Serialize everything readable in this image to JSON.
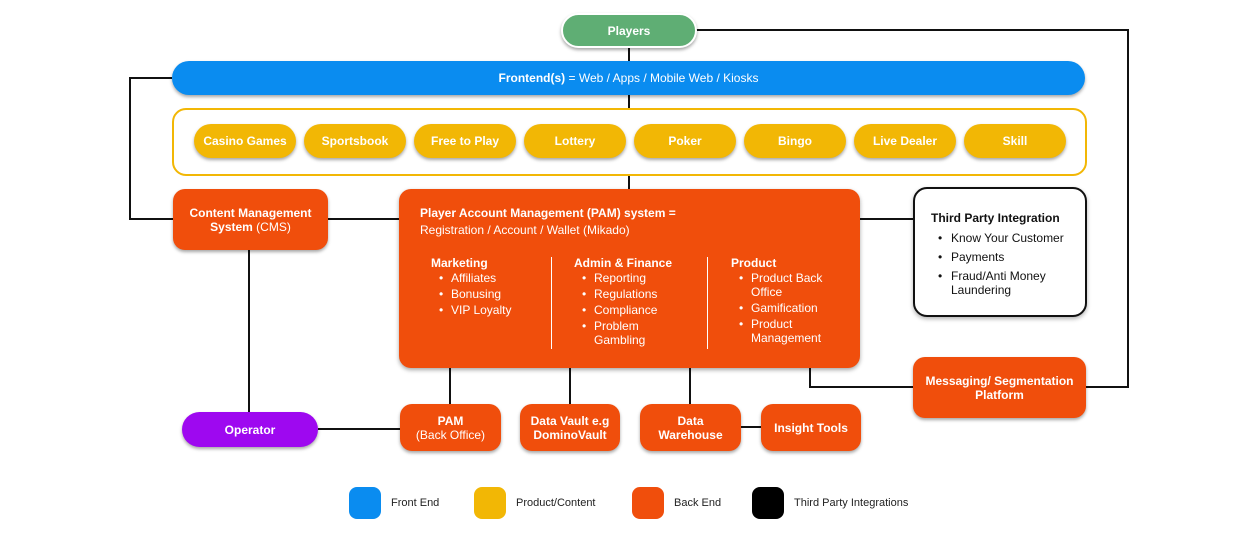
{
  "players": "Players",
  "frontend": {
    "bold": "Frontend(s)",
    "rest": " = Web / Apps / Mobile Web / Kiosks"
  },
  "products": [
    "Casino Games",
    "Sportsbook",
    "Free to Play",
    "Lottery",
    "Poker",
    "Bingo",
    "Live Dealer",
    "Skill"
  ],
  "cms": {
    "bold": "Content Management System",
    "rest": " (CMS)"
  },
  "pam": {
    "title": "Player Account Management (PAM) system =",
    "subtitle": "Registration / Account / Wallet (Mikado)",
    "columns": [
      {
        "heading": "Marketing",
        "items": [
          "Affiliates",
          "Bonusing",
          "VIP Loyalty"
        ]
      },
      {
        "heading": "Admin & Finance",
        "items": [
          "Reporting",
          "Regulations",
          "Compliance",
          "Problem Gambling"
        ]
      },
      {
        "heading": "Product",
        "items": [
          "Product Back Office",
          "Gamification",
          "Product Management"
        ]
      }
    ]
  },
  "third_party": {
    "heading": "Third Party Integration",
    "items": [
      "Know Your Customer",
      "Payments",
      "Fraud/Anti Money Laundering"
    ]
  },
  "messaging": "Messaging/ Segmentation Platform",
  "operator": "Operator",
  "pam_back_office": {
    "bold": "PAM",
    "rest": "(Back Office)"
  },
  "data_vault": "Data Vault e.g DominoVault",
  "data_warehouse": "Data Warehouse",
  "insight_tools": "Insight Tools",
  "legend": [
    {
      "label": "Front End",
      "color": "#0a8cf0"
    },
    {
      "label": "Product/Content",
      "color": "#f2b705"
    },
    {
      "label": "Back End",
      "color": "#f04e0c"
    },
    {
      "label": "Third Party Integrations",
      "color": "#000000"
    }
  ]
}
